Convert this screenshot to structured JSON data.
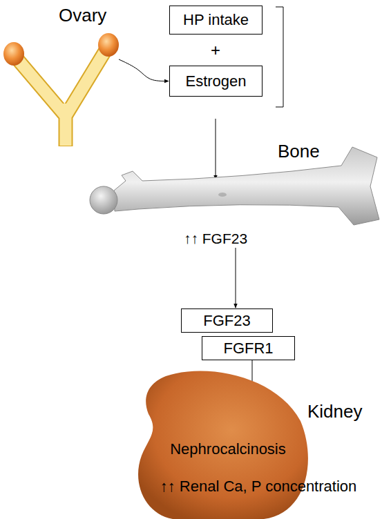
{
  "diagram": {
    "nodes": [
      {
        "text": [
          "Ovary"
        ]
      },
      {
        "text": [
          "HP intake"
        ]
      },
      {
        "text": [
          "Estrogen"
        ]
      },
      {
        "text": [
          "Bone",
          "↑↑ FGF23"
        ]
      },
      {
        "text": [
          "FGF23"
        ]
      },
      {
        "text": [
          "FGFR1"
        ]
      },
      {
        "text": [
          "Kidney",
          "Nephrocalcinosis",
          "↑↑ Renal Ca, P concentration"
        ]
      }
    ],
    "edges": [
      {
        "from": 0,
        "to": 2,
        "arrow": "to"
      },
      {
        "from": 3,
        "to": 4,
        "arrow": "to"
      },
      {
        "from": 5,
        "to": 6,
        "arrow": "to"
      }
    ],
    "labels": [
      "+"
    ]
  }
}
